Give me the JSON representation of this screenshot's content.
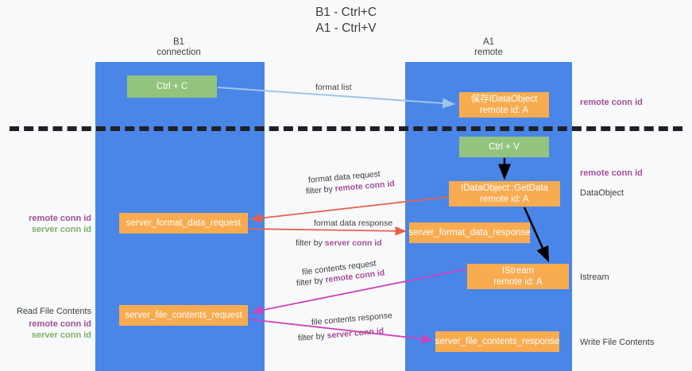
{
  "title": "B1 - Ctrl+C\nA1 - Ctrl+V",
  "lanes": [
    {
      "id": "b1",
      "label": "B1\nconnection"
    },
    {
      "id": "a1",
      "label": "A1\nremote"
    }
  ],
  "boxes": {
    "ctrl_c": "Ctrl + C",
    "idataobject": "保存IDataObject\nremote id: A",
    "ctrl_v": "Ctrl + V",
    "getdata": "IDataObject::GetData\nremote id: A",
    "server_format_data_response": "server_format_data_response",
    "istream": "IStream\nremote id: A",
    "server_file_contents_response": "server_file_contents_response",
    "server_format_data_request": "server_format_data_request",
    "server_file_contents_request": "server_file_contents_request"
  },
  "edge_labels": {
    "format_list": "format list",
    "format_data_request": "format data request",
    "format_data_request_filter_prefix": "filter by ",
    "format_data_request_filter_key": "remote conn id",
    "format_data_response": "format data response",
    "format_data_response_filter_prefix": "filter by ",
    "format_data_response_filter_key": "server conn id",
    "file_contents_request": "file contents request",
    "file_contents_request_filter_prefix": "filter by ",
    "file_contents_request_filter_key": "remote conn id",
    "file_contents_response": "file contents response",
    "file_contents_response_filter_prefix": "filter by ",
    "file_contents_response_filter_key": "server conn id"
  },
  "annotations": {
    "right_remote_conn_id_top": "remote conn id",
    "right_remote_conn_id_mid": "remote conn id",
    "dataobject": "DataObject",
    "istream": "Istream",
    "write_file_contents": "Write File Contents",
    "left_remote_conn_id": "remote conn id",
    "left_server_conn_id": "server conn id",
    "read_file_contents": "Read File Contents",
    "left_remote_conn_id_2": "remote conn id",
    "left_server_conn_id_2": "server conn id"
  },
  "colors": {
    "lane": "#4a86e8",
    "green_box": "#93c47d",
    "orange_box": "#f9ab50",
    "purple_text": "#a64d9a",
    "green_text": "#7fb069",
    "red_arrow": "#e8604c",
    "magenta_arrow": "#cc44bb",
    "lightblue_arrow": "#9fc5e8",
    "black_arrow": "#000000",
    "background": "#f8f9fa"
  }
}
